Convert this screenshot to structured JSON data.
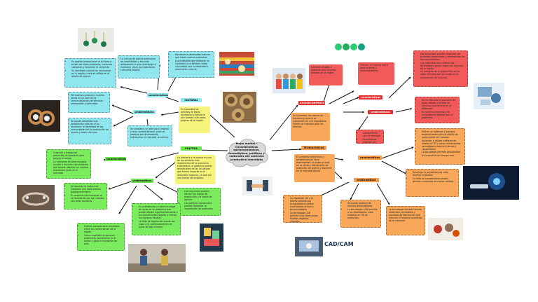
{
  "central": {
    "title": "Mapa mental - Características socioeconómicas, tecnológicas, políticas y culturales del contexto productivo inmediato"
  },
  "cultural": {
    "label": "CULTURAL",
    "description": "En Colombia las prendas de estilo, accesorios y bisutería son fuentes culturales propias de la región.",
    "characteristics_label": "características",
    "problems_label": "problemáticas",
    "char_left_box": [
      "Es posible promocionar el turismo a través de estos productos, haciendo visitantes y fomentar el comercio.",
      "Su identidad cultural es reconocida en la región y esto se refleja en el diseño de joyería."
    ],
    "char_mid_box": "La cultura de joyería promueve las habilidades y técnicas artesanales lo que contribuye a mantener vivas las tradiciones culturales locales.",
    "char_right_box": [
      "Mantener la diversidad cultural que crean nuevos productos.",
      "Los productos que elaboran en Colombia y se exhiben están vinculados con su identidad y patrimonio cultural."
    ],
    "prob_box1": "Por quienes producen muchas veces no se usan en la comercialización de técnicas artesanales y culturales.",
    "prob_box2": "Se puede presentar una apropiación cultural al no reconocer la identidad de las comunidades en la producción de joyería y otros artículos.",
    "prob_box3": "Se considera un sitio poco original y muy comercializado, pues se produce por diseñadores extranjeros sin estudiar la cultura."
  },
  "politica": {
    "label": "POLÍTICA",
    "description": "La bisutería y la joyería es uno de los sectores más importantes de la economía colombiana, el gobierno puede beneficiarse de las iniciativas que tienen impacto en el desarrollo regional, ya que son una fuente de empleos.",
    "characteristics_label": "características",
    "problems_label": "problemáticas",
    "char_box": [
      "Creación y trabajo de proyectos de bisutería para apoyar al sector.",
      "La artesanía de joyería puede ayudar a muchas comunidades que buscan obtener un ingreso económico justo en el mercado."
    ],
    "char_box2": [
      "Se fomenta la cultura de Colombia con instituciones gubernamentales.",
      "El comercio internacional se ve favorecido por los tratados con otras naciones."
    ],
    "prob_right": [
      "Los impuestos pueden afectar los costos de producción y la venta de joyería.",
      "Las políticas comerciales pueden fomentar la importación de productos."
    ],
    "prob_mid": [
      "El contrabando y comercio ilegal de joyas es un problema que puede afectar significativamente a los comerciantes legales y reducir los ingresos fiscales.",
      "La falta de regulación puede dar lugar a la comercialización de joyas de baja calidad."
    ],
    "prob_left": [
      "Existen competencias desleales entre los comerciantes de la región.",
      "Como resultado se generan problemas económicos en el sector y para la economía del país."
    ]
  },
  "socioeconomico": {
    "label": "SOCIOECONÓMICO",
    "description": "En Colombia, las ventas de bisutería y joyería se convierten en una importante fuente de ingresos para las familias.",
    "top_box1": "Generan empleo y sustento para muchas familias en la región.",
    "top_box2": "Ofrecen un ingreso extra para mujeres y emprendedores.",
    "characteristics_label": "características",
    "problems_label": "problemáticas",
    "char_right": [
      "Los impuestos pueden depender de acuerdos comerciales y preferencias de los consumidores.",
      "Los materiales que utilizan los diseñadores varían según los recursos de la región.",
      "La industria de la joyería fina se ha visto afectada por los costos en la importación de insumos."
    ],
    "prob_right": [
      "Se ha reducido el consumo de joyas debido a la falta de recursos económicos en la población.",
      "El comercio informal y la competencia desleal son un problema."
    ],
    "prob_mid": [
      "Competencia con el mercado.",
      "Crecimiento informal del sector."
    ]
  },
  "tecnologicas": {
    "label": "TECNOLÓGICAS",
    "description": "El comercio electrónico y plataformas en línea desempeñan un papel crucial en la venta y distribución de productos de joyería y bisutería en el mercado actual.",
    "characteristics_label": "características",
    "problems_label": "problemáticas",
    "char_right": [
      "Utilizar un software y equipos especializados para el diseño de joyas puede ser costoso.",
      "Aprender a utilizar software de diseño en 3D y otras herramientas tecnológicas requiere tiempo y capacitación.",
      "La tecnología permite personalizar los productos en tiempo real."
    ],
    "char_right2": [
      "Restringe la posibilidad de crear diseños originales.",
      "La falta de conocimiento puede generar productos de menor calidad."
    ],
    "prob_left": [
      "La impresión 3D y el diseño asistido por computadora pueden crear piezas únicas y personalizadas.",
      "La tecnología CAD permite a los fabricantes diseñar modelos virtuales."
    ],
    "prob_mid": [
      "Se puede producir de manera automatizada.",
      "La tecnología CAD permite a los diseñadores crear modelos en 3D de productos."
    ],
    "prob_right": "La tecnología también brinda materiales reciclables y procesos de fabricación que reducen el impacto ambiental de la industria.",
    "cad_label": "CAD/CAM"
  },
  "colors": {
    "cyan": "#8fe6ee",
    "yellow": "#f6f47a",
    "green": "#7cec5f",
    "orange": "#f9a85a",
    "red": "#f25a5a"
  },
  "icons": [
    "earrings-photo",
    "rings-photo",
    "textile-photo",
    "craft-photo",
    "bracelet-photo",
    "people-illustration",
    "eco-icons",
    "technology-illustration",
    "robot-hand-photo",
    "recycle-illustration",
    "cad-cam-photo",
    "market-photo"
  ]
}
